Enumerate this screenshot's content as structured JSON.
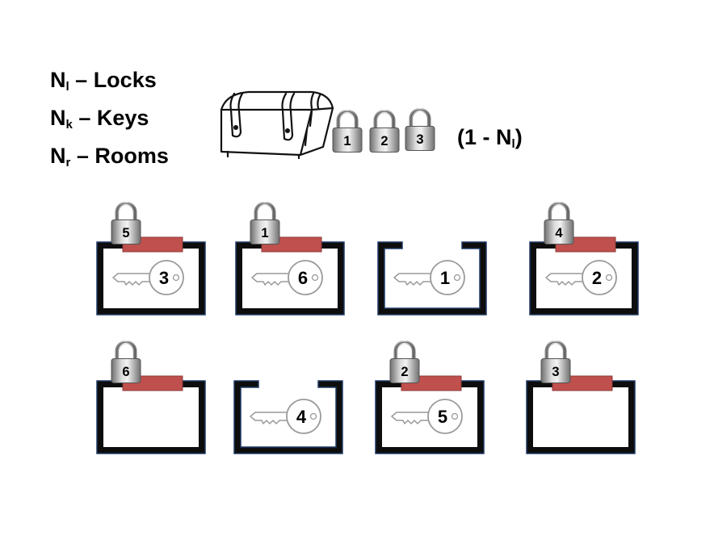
{
  "legend": {
    "locks": {
      "main": "N",
      "sub": "l",
      "rest": " – Locks"
    },
    "keys": {
      "main": "N",
      "sub": "k",
      "rest": " – Keys"
    },
    "rooms": {
      "main": "N",
      "sub": "r",
      "rest": " – Rooms"
    }
  },
  "range": {
    "open": "(1 - ",
    "main": "N",
    "sub": "l",
    "close": ")"
  },
  "chest_locks": [
    "1",
    "2",
    "3"
  ],
  "rooms": [
    {
      "type": "closed",
      "lock": "5",
      "key": "3"
    },
    {
      "type": "closed",
      "lock": "1",
      "key": "6"
    },
    {
      "type": "open",
      "lock": "",
      "key": "1"
    },
    {
      "type": "closed",
      "lock": "4",
      "key": "2"
    },
    {
      "type": "closed",
      "lock": "6",
      "key": ""
    },
    {
      "type": "open",
      "lock": "",
      "key": "4"
    },
    {
      "type": "closed",
      "lock": "2",
      "key": "5"
    },
    {
      "type": "closed",
      "lock": "3",
      "key": ""
    }
  ],
  "colors": {
    "wall": "#0d0d0d",
    "bar": "#c0504d",
    "outline": "#1f3864",
    "lock_metal": "#a6a6a6"
  }
}
